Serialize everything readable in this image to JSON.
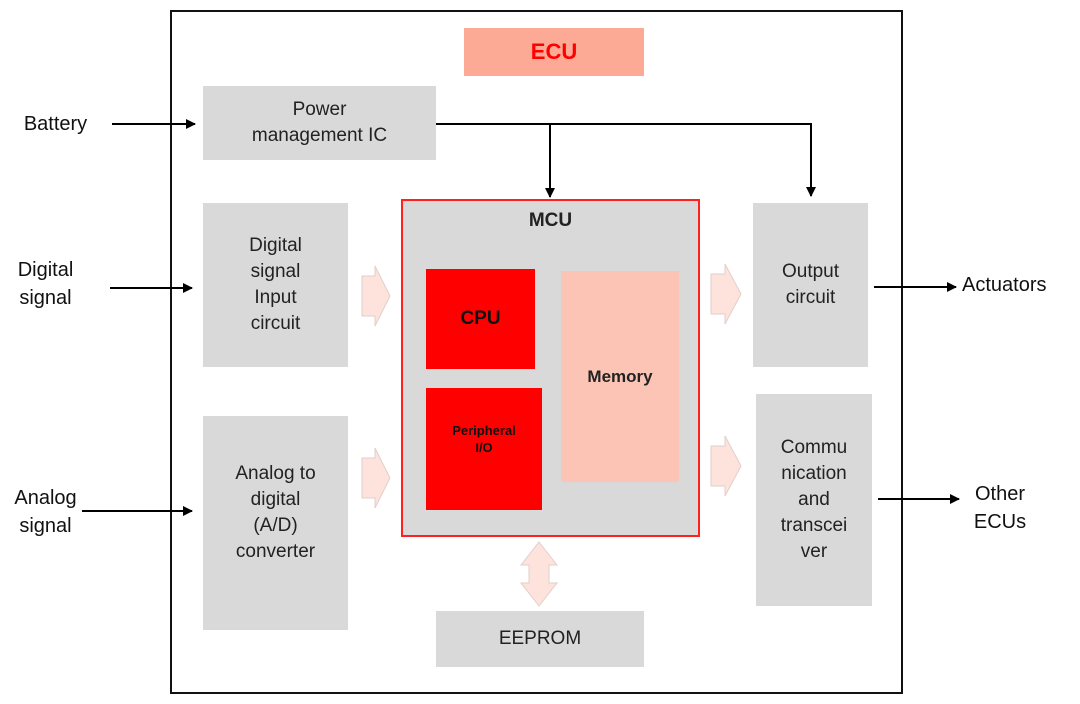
{
  "title": "ECU",
  "inputs": {
    "battery": "Battery",
    "digital": [
      "Digital",
      "signal"
    ],
    "analog": [
      "Analog",
      "signal"
    ]
  },
  "outputs": {
    "actuators": "Actuators",
    "other_ecus": [
      "Other",
      "ECUs"
    ]
  },
  "blocks": {
    "power": [
      "Power",
      "management IC"
    ],
    "digital_input": [
      "Digital",
      "signal",
      "Input",
      "circuit"
    ],
    "adc": [
      "Analog to",
      "digital",
      "(A/D)",
      "converter"
    ],
    "output": [
      "Output",
      "circuit"
    ],
    "comm": [
      "Commu",
      "nication",
      "and",
      "transcei",
      "ver"
    ],
    "eeprom": "EEPROM"
  },
  "mcu": {
    "title": "MCU",
    "cpu": "CPU",
    "peripheral": [
      "Peripheral",
      "I/O"
    ],
    "memory": "Memory"
  },
  "colors": {
    "title_bg": "#fca995",
    "title_text": "#ff0000",
    "block_gray": "#d9d9d9",
    "mcu_border": "#ff2020",
    "cpu_red": "#ff0000",
    "memory_pink": "#fcc4b4",
    "flow_arrow": "#fde3dc"
  }
}
